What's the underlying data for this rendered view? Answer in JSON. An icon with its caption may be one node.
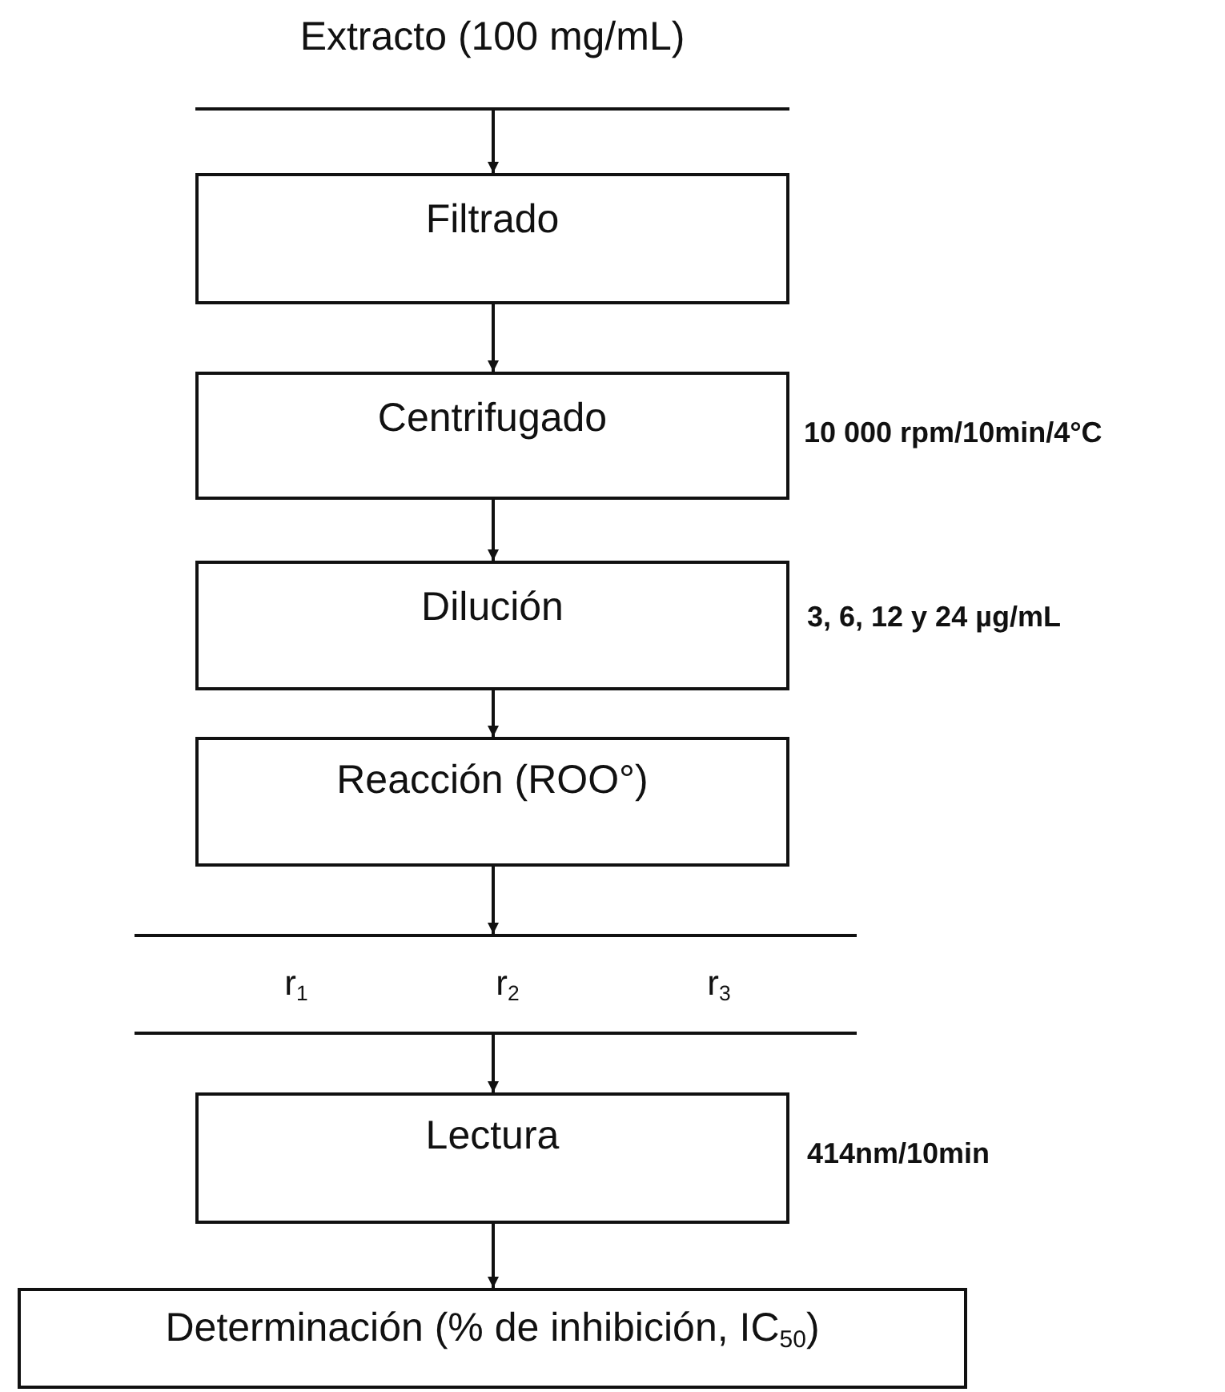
{
  "diagram": {
    "nodes": [
      {
        "text": [
          "Extracto (100 mg/mL)"
        ]
      },
      {
        "text": [
          "Filtrado"
        ]
      },
      {
        "text": [
          "Centrifugado"
        ],
        "beside": [
          "10 000 rpm/10min/4°C"
        ]
      },
      {
        "text": [
          "Dilución"
        ],
        "beside": [
          "3,  6, 12 y 24 µg/mL"
        ]
      },
      {
        "text": [
          "Reacción (ROO°)"
        ]
      },
      {
        "text": [
          "r$_{1}$",
          "r$_{2}$",
          "r$_{3}$"
        ]
      },
      {
        "text": [
          "Lectura"
        ],
        "beside": [
          "414nm/10min"
        ]
      },
      {
        "text": [
          "Determinación (% de inhibición, IC$_{50}$)"
        ]
      }
    ],
    "edges": [
      {
        "from": 0,
        "to": 1,
        "arrow": "to"
      },
      {
        "from": 1,
        "to": 2,
        "arrow": "to"
      },
      {
        "from": 2,
        "to": 3,
        "arrow": "to"
      },
      {
        "from": 3,
        "to": 4,
        "arrow": "to"
      },
      {
        "from": 4,
        "to": 5,
        "arrow": "to"
      },
      {
        "from": 5,
        "to": 6,
        "arrow": "to"
      },
      {
        "from": 6,
        "to": 7,
        "arrow": "to"
      }
    ]
  }
}
